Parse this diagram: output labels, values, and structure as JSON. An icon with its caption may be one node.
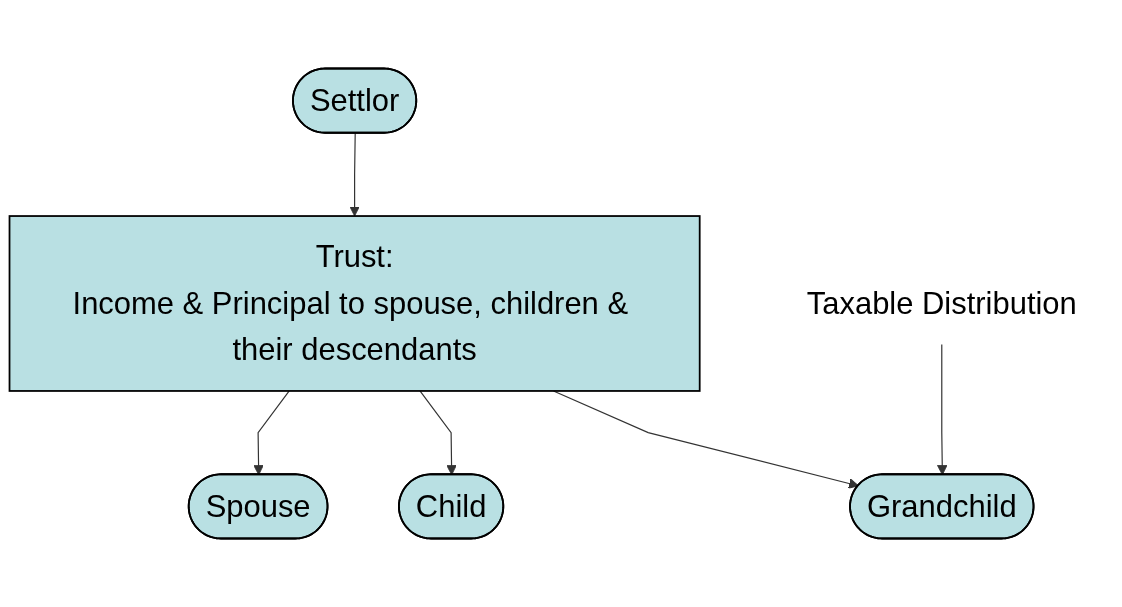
{
  "diagram": {
    "nodes": [
      {
        "text": [
          "Settlor"
        ]
      },
      {
        "text": [
          "Trust:",
          "Income & Principal to spouse, children & their descendants"
        ]
      },
      {
        "text": [
          "Spouse"
        ]
      },
      {
        "text": [
          "Child"
        ]
      },
      {
        "text": [
          "Grandchild"
        ]
      },
      {
        "text": [
          "Taxable Distribution"
        ]
      }
    ],
    "edges": [
      {
        "from": 0,
        "to": 1,
        "arrow": "to"
      },
      {
        "from": 1,
        "to": 2,
        "arrow": "to"
      },
      {
        "from": 1,
        "to": 3,
        "arrow": "to"
      },
      {
        "from": 1,
        "to": 4,
        "arrow": "to"
      },
      {
        "from": 5,
        "to": 4,
        "arrow": "to"
      }
    ]
  }
}
